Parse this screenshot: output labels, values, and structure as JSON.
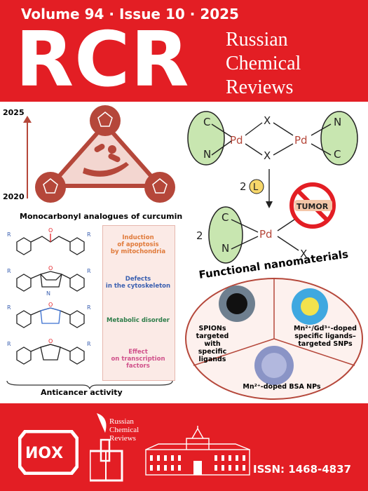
{
  "header": {
    "issue_line": "Volume 94 · Issue 10 · 2025",
    "logo": "RCR",
    "journal_line1": "Russian",
    "journal_line2": "Chemical",
    "journal_line3": "Reviews"
  },
  "timeline": {
    "top_year": "2025",
    "bottom_year": "2020"
  },
  "curcumin": {
    "title": "Monocarbonyl analogues of curcumin",
    "effects": [
      {
        "text": "Induction\nof apoptosis\nby mitochondria",
        "color": "#e07a3a"
      },
      {
        "text": "Defects\nin the cytoskeleton",
        "color": "#3a5fb0"
      },
      {
        "text": "Metabolic disorder",
        "color": "#2e7d4a"
      },
      {
        "text": "Effect\non transcription\nfactors",
        "color": "#d0508a"
      }
    ],
    "footer": "Anticancer activity"
  },
  "scheme": {
    "reagent": "2",
    "ligand": "L",
    "tumor": "TUMOR",
    "product_coeff": "2",
    "pd": "Pd",
    "x": "X",
    "c": "C",
    "n": "N"
  },
  "nano": {
    "title": "Functional nanomaterials",
    "left": "SPIONs\ntargeted with\nspecific ligands",
    "right": "Mn²⁺/Gd³⁺-doped\nspecific ligands–\ntargeted SNPs",
    "bottom": "Mn²⁺-doped BSA NPs"
  },
  "footer": {
    "issn": "ISSN: 1468-4837",
    "logo_text1": "Russian",
    "logo_text2": "Chemical",
    "logo_text3": "Reviews"
  },
  "colors": {
    "brand_red": "#e31e24",
    "brown": "#b5473a",
    "green_oval": "#c8e6b0"
  }
}
